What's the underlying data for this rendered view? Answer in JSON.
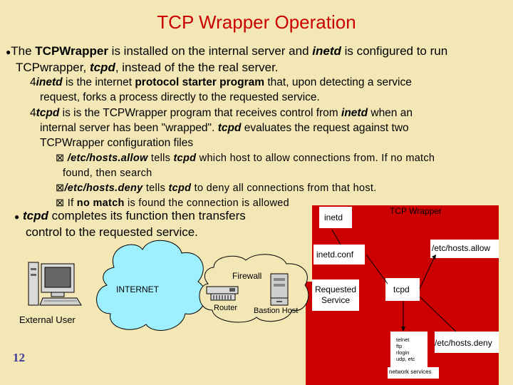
{
  "title": "TCP Wrapper Operation",
  "slide_number": "12",
  "p1": {
    "a": "The ",
    "b": "TCPWrapper",
    "c": " is installed on  the internal server and ",
    "d": "inetd",
    "e": " is configured to run",
    "f": "TCPwrapper, ",
    "g": "tcpd",
    "h": ", instead of the the real server."
  },
  "p2": {
    "a": "inetd",
    "b": " is the internet ",
    "c": "protocol starter program",
    "d": " that, upon detecting a service",
    "e": "request, forks a process directly to the requested service."
  },
  "p3": {
    "a": "tcpd",
    "b": " is is the TCPWrapper program that receives control from ",
    "c": "inetd",
    "d": " when an",
    "e": "internal server has been \"wrapped\". ",
    "f": "tcpd",
    "g": " evaluates the request against two",
    "h": "TCPWrapper configuration files"
  },
  "p4": {
    "a": "/etc/hosts.allow",
    "b": " tells ",
    "c": "tcpd",
    "d": " which host to allow connections from. If no match",
    "e": "found, then search"
  },
  "p5": {
    "a": "/etc/hosts.deny",
    "b": " tells ",
    "c": "tcpd",
    "d": " to deny all connections  from that host."
  },
  "p6": {
    "a": "If ",
    "b": "no match",
    "c": " is found the connection is allowed"
  },
  "p7": {
    "a": "tcpd",
    "b": " completes its function then transfers",
    "c": "control to the requested service."
  },
  "diagram": {
    "tcp_wrapper": "TCP Wrapper",
    "inetd": "inetd",
    "hosts_allow": "/etc/hosts.allow",
    "inetd_conf": "inetd.conf",
    "firewall": "Firewall",
    "internet": "INTERNET",
    "router": "Router",
    "bastion_host": "Bastion Host",
    "external_user": "External User",
    "requested_service": "Requested Service",
    "tcpd": "tcpd",
    "hosts_deny": "/etc/hosts.deny",
    "services_list": [
      "telnet",
      "ftp",
      "rlogin",
      "udp, etc"
    ],
    "network_services": "network services"
  },
  "colors": {
    "background": "#f3e7b6",
    "title": "#cc0000",
    "wrapper_region": "#cc0000",
    "internet_cloud": "#9ff0ff",
    "firewall_cloud": "#f3e7b6"
  }
}
